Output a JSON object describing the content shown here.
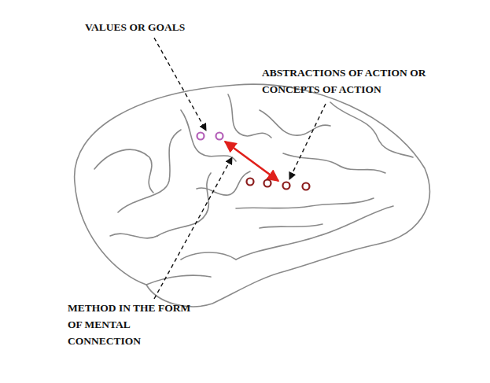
{
  "diagram": {
    "labels": [
      "VALUES OR GOALS",
      "ABSTRACTIONS OF ACTION OR CONCEPTS OF ACTION",
      "METHOD IN THE FORM OF MENTAL CONNECTION"
    ]
  }
}
